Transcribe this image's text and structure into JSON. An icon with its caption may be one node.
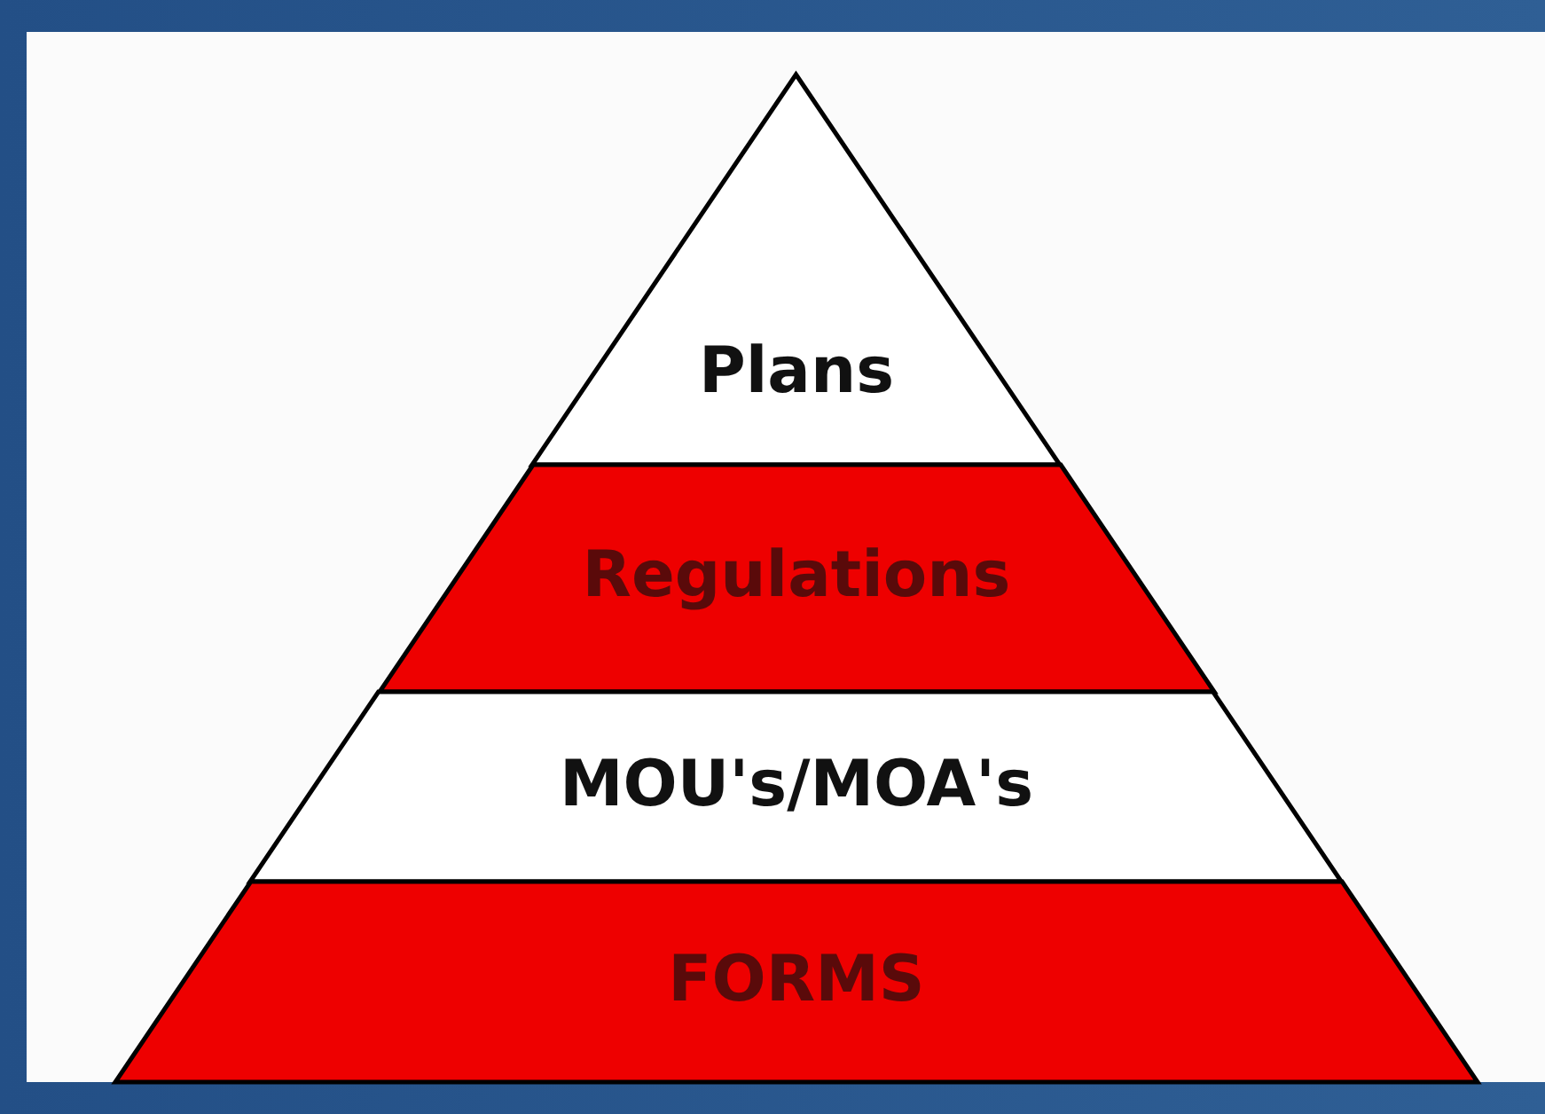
{
  "diagram": {
    "nodes": [
      {
        "text": [
          "Plans"
        ]
      },
      {
        "text": [
          "Regulations"
        ]
      },
      {
        "text": [
          "MOU's/MOA's"
        ]
      },
      {
        "text": [
          "FORMS"
        ]
      }
    ]
  }
}
